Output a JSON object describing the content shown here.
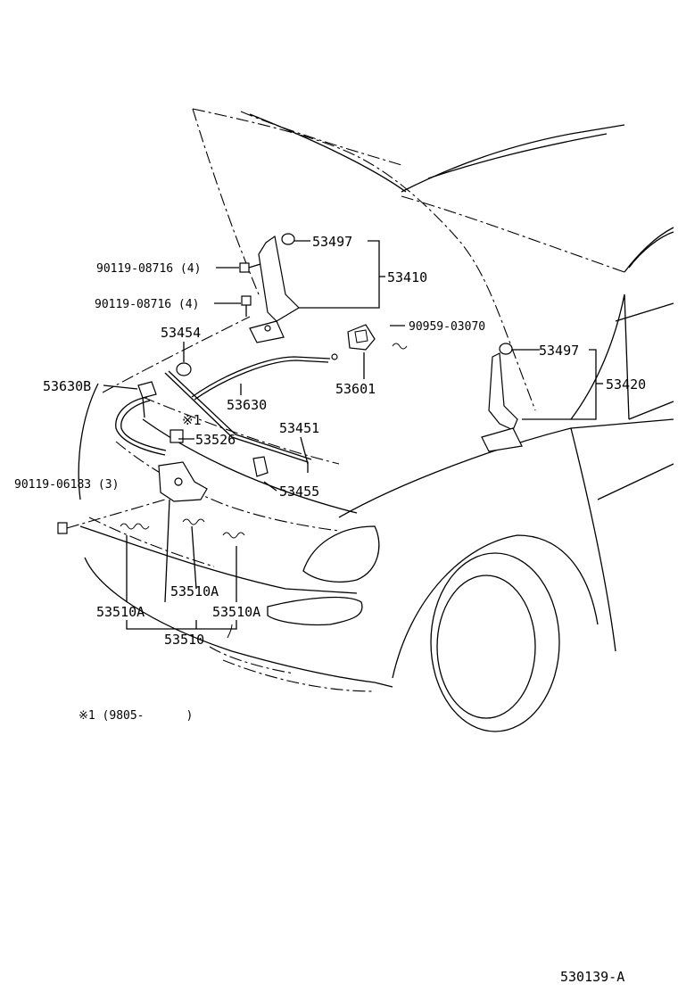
{
  "labels": {
    "p53497_top": "53497",
    "p53410": "53410",
    "p90119_a": "90119-08716 (4)",
    "p90119_b": "90119-08716 (4)",
    "p53454": "53454",
    "p90959": "90959-03070",
    "p53497_right": "53497",
    "p53630B": "53630B",
    "p53630": "53630",
    "p53601": "53601",
    "p53420": "53420",
    "note_marker": "※1",
    "p53526": "53526",
    "p53451": "53451",
    "p90119_c": "90119-06183 (3)",
    "p53455": "53455",
    "p53510A_mid": "53510A",
    "p53510A_left": "53510A",
    "p53510A_right": "53510A",
    "p53510": "53510",
    "footnote": "※1 (9805-      )",
    "diagram_code": "530139-A"
  },
  "icons": [
    "bolt-icon",
    "clip-icon",
    "spring-icon",
    "hinge-icon",
    "latch-icon"
  ]
}
